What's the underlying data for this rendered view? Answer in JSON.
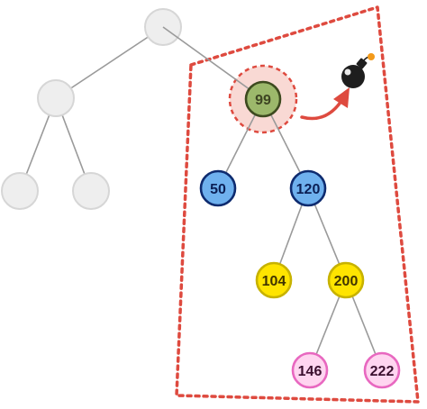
{
  "tree": {
    "ghost_nodes": [
      {
        "id": "g-root"
      },
      {
        "id": "g-left"
      },
      {
        "id": "g-left-left"
      },
      {
        "id": "g-left-right"
      }
    ],
    "nodes": [
      {
        "id": "n99",
        "label": "99",
        "fill": "#9CB86B",
        "stroke": "#3d4a1f",
        "text": "#3d4422",
        "role": "removed"
      },
      {
        "id": "n50",
        "label": "50",
        "fill": "#6FB1EE",
        "stroke": "#0e2b6f",
        "text": "#0b1f55"
      },
      {
        "id": "n120",
        "label": "120",
        "fill": "#6FB1EE",
        "stroke": "#0e2b6f",
        "text": "#0b1f55"
      },
      {
        "id": "n104",
        "label": "104",
        "fill": "#FFE400",
        "stroke": "#c7b200",
        "text": "#403400"
      },
      {
        "id": "n200",
        "label": "200",
        "fill": "#FFE400",
        "stroke": "#c7b200",
        "text": "#403400"
      },
      {
        "id": "n146",
        "label": "146",
        "fill": "#FFD5F0",
        "stroke": "#e868c0",
        "text": "#3a0f2e"
      },
      {
        "id": "n222",
        "label": "222",
        "fill": "#FFD5F0",
        "stroke": "#e868c0",
        "text": "#3a0f2e"
      }
    ],
    "edges": [
      [
        "g-root",
        "g-left"
      ],
      [
        "g-root",
        "n99"
      ],
      [
        "g-left",
        "g-left-left"
      ],
      [
        "g-left",
        "g-left-right"
      ],
      [
        "n99",
        "n50"
      ],
      [
        "n99",
        "n120"
      ],
      [
        "n120",
        "n104"
      ],
      [
        "n120",
        "n200"
      ],
      [
        "n200",
        "n146"
      ],
      [
        "n200",
        "n222"
      ]
    ]
  },
  "colors": {
    "ghost_fill": "#eeeeee",
    "ghost_stroke": "#d6d6d6",
    "edge": "#9a9a9a",
    "highlight": "#de4a3f",
    "highlight_fill": "#f9d9d4",
    "bomb": "#1e1e1e",
    "fuse_spark": "#f39a1a"
  },
  "icons": {
    "removal": "bomb-icon",
    "action": "curved-arrow-icon"
  }
}
